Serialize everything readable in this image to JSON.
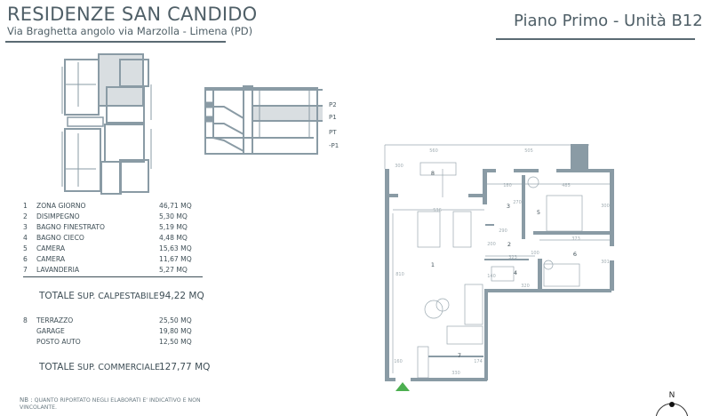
{
  "header": {
    "title": "RESIDENZE SAN CANDIDO",
    "address": "Via Braghetta angolo via Marzolla - Limena (PD)",
    "unit": "Piano Primo - Unità B12"
  },
  "section": {
    "levels": [
      "P2",
      "P1",
      "PT",
      "-P1"
    ],
    "highlighted_level": "P1"
  },
  "rooms": [
    {
      "n": "1",
      "label": "ZONA GIORNO",
      "area": "46,71 MQ"
    },
    {
      "n": "2",
      "label": "DISIMPEGNO",
      "area": "5,30 MQ"
    },
    {
      "n": "3",
      "label": "BAGNO FINESTRATO",
      "area": "5,19 MQ"
    },
    {
      "n": "4",
      "label": "BAGNO CIECO",
      "area": "4,48 MQ"
    },
    {
      "n": "5",
      "label": "CAMERA",
      "area": "15,63 MQ"
    },
    {
      "n": "6",
      "label": "CAMERA",
      "area": "11,67 MQ"
    },
    {
      "n": "7",
      "label": "LAVANDERIA",
      "area": "5,27 MQ"
    }
  ],
  "total_calpestabile": {
    "label_big": "TOTALE",
    "label_small": "SUP. CALPESTABILE",
    "value": "94,22 MQ"
  },
  "extras": [
    {
      "n": "8",
      "label": "TERRAZZO",
      "area": "25,50 MQ"
    },
    {
      "n": "",
      "label": "GARAGE",
      "area": "19,80  MQ"
    },
    {
      "n": "",
      "label": "POSTO AUTO",
      "area": "12,50 MQ"
    }
  ],
  "total_commerciale": {
    "label_big": "TOTALE",
    "label_small": "SUP.  COMMERCIALE",
    "value": "127,77 MQ"
  },
  "note": {
    "prefix": "NB :",
    "text": "QUANTO RIPORTATO NEGLI ELABORATI E' INDICATIVO E NON VINCOLANTE."
  },
  "plan": {
    "room_numbers": [
      "1",
      "2",
      "3",
      "4",
      "5",
      "6",
      "7",
      "8"
    ],
    "dimensions": [
      "560",
      "505",
      "300",
      "536",
      "180",
      "270",
      "485",
      "300",
      "290",
      "200",
      "323",
      "100",
      "373",
      "140",
      "320",
      "810",
      "160",
      "174",
      "330",
      "301"
    ],
    "entrance_color": "#4caf50",
    "wall_color": "#8a9ba5"
  },
  "compass": {
    "label": "N"
  }
}
